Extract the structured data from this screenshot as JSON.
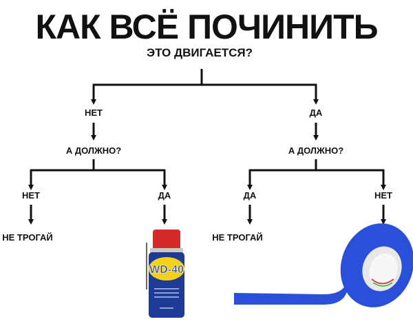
{
  "title": "КАК ВСЁ ПОЧИНИТЬ",
  "question": "ЭТО ДВИГАЕТСЯ?",
  "left_branch": {
    "answer": "НЕТ",
    "question": "А ДОЛЖНО?",
    "outcomes": [
      {
        "answer": "НЕТ",
        "result": "НЕ ТРОГАЙ"
      },
      {
        "answer": "ДА",
        "result_image": "wd40-can",
        "brand_text": "WD-40"
      }
    ]
  },
  "right_branch": {
    "answer": "ДА",
    "question": "А ДОЛЖНО?",
    "outcomes": [
      {
        "answer": "ДА",
        "result": "НЕ ТРОГАЙ"
      },
      {
        "answer": "НЕТ",
        "result_image": "blue-duct-tape"
      }
    ]
  },
  "colors": {
    "text": "#111111",
    "tape": "#2a4fd8",
    "can_cap": "#d42a2a",
    "can_body": "#1d3a94",
    "can_label": "#f5d21a"
  }
}
